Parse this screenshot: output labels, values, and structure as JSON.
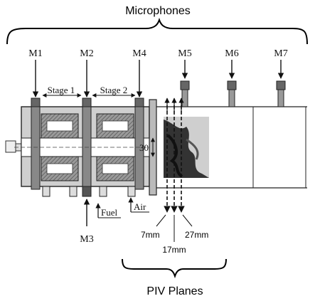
{
  "labels": {
    "top_title": "Microphones",
    "bottom_title": "PIV Planes",
    "stage1": "Stage 1",
    "stage2": "Stage 2",
    "dim_30": "30",
    "fuel": "Fuel",
    "air": "Air",
    "plane_7": "7mm",
    "plane_17": "17mm",
    "plane_27": "27mm"
  },
  "microphones": [
    "M1",
    "M2",
    "M4",
    "M5",
    "M6",
    "M7",
    "M3"
  ]
}
